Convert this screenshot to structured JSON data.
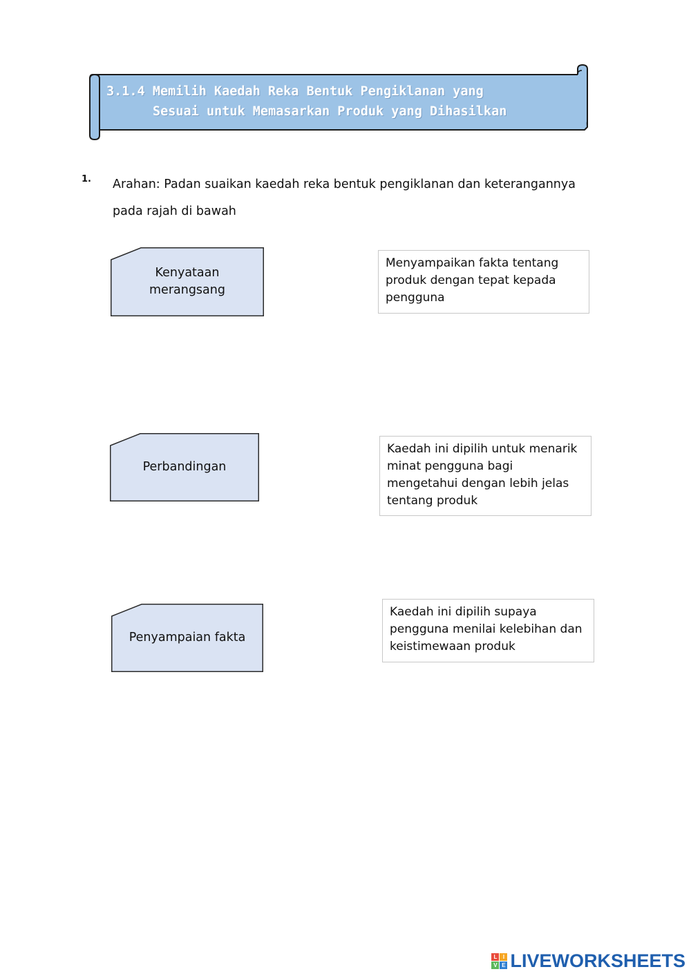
{
  "banner": {
    "title_line1": "3.1.4 Memilih Kaedah Reka Bentuk Pengiklanan yang",
    "title_line2": "Sesuai untuk Memasarkan Produk yang Dihasilkan",
    "fill_color": "#9dc3e6"
  },
  "question": {
    "number": "1.",
    "instruction": "Arahan: Padan suaikan kaedah reka bentuk pengiklanan dan keterangannya pada rajah di bawah"
  },
  "methods": [
    {
      "label": "Kenyataan merangsang"
    },
    {
      "label": "Perbandingan"
    },
    {
      "label": "Penyampaian fakta"
    }
  ],
  "descriptions": [
    {
      "text": "Menyampaikan fakta tentang produk dengan tepat kepada pengguna"
    },
    {
      "text": "Kaedah ini dipilih untuk menarik minat pengguna bagi mengetahui dengan lebih jelas tentang produk"
    },
    {
      "text": "Kaedah ini dipilih supaya pengguna menilai kelebihan dan keistimewaan produk"
    }
  ],
  "colors": {
    "method_fill": "#dae3f3",
    "method_border": "#2b2b2b",
    "desc_border": "#c8c8c8"
  },
  "logo": {
    "text": "LIVEWORKSHEETS",
    "mark_letters": [
      "L",
      "I",
      "V",
      "E"
    ]
  }
}
